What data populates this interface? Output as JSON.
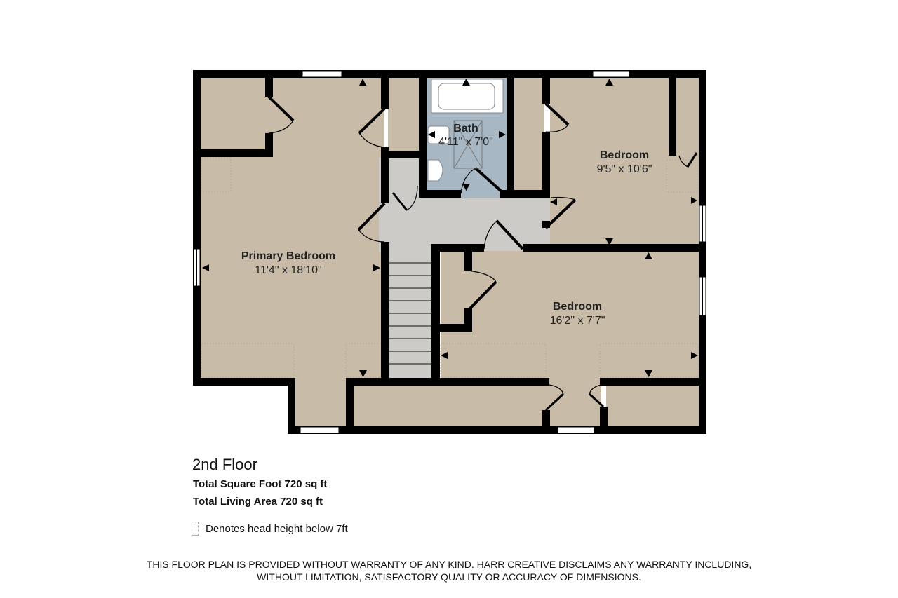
{
  "floor": {
    "title": "2nd Floor",
    "total_square_foot": "Total Square Foot 720 sq ft",
    "total_living_area": "Total Living Area 720 sq ft"
  },
  "legend": {
    "icon": "dashed-rectangle-icon",
    "label": "Denotes head height below 7ft"
  },
  "rooms": [
    {
      "name": "Primary Bedroom",
      "dimensions": "11'4\" x 18'10\""
    },
    {
      "name": "Bath",
      "dimensions": "4'11\" x 7'0\""
    },
    {
      "name": "Bedroom",
      "dimensions": "9'5\" x 10'6\""
    },
    {
      "name": "Bedroom",
      "dimensions": "16'2\" x 7'7\""
    }
  ],
  "colors": {
    "wall": "#000000",
    "room_floor": "#c8bca8",
    "hall_floor": "#cccbc8",
    "bath_floor": "#a7b8c4",
    "background": "#ffffff"
  },
  "disclaimer": {
    "line1": "THIS FLOOR PLAN IS PROVIDED WITHOUT WARRANTY OF ANY KIND. HARR CREATIVE DISCLAIMS ANY WARRANTY INCLUDING,",
    "line2": "WITHOUT LIMITATION, SATISFACTORY QUALITY OR ACCURACY OF DIMENSIONS."
  }
}
